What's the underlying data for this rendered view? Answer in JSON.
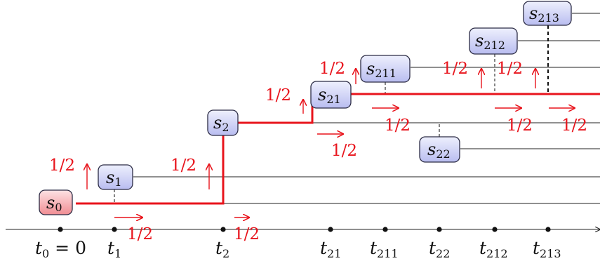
{
  "nodes": {
    "s0": {
      "base": "s",
      "sub": "0"
    },
    "s1": {
      "base": "s",
      "sub": "1"
    },
    "s2": {
      "base": "s",
      "sub": "2"
    },
    "s21": {
      "base": "s",
      "sub": "21"
    },
    "s22": {
      "base": "s",
      "sub": "22"
    },
    "s211": {
      "base": "s",
      "sub": "211"
    },
    "s212": {
      "base": "s",
      "sub": "212"
    },
    "s213": {
      "base": "s",
      "sub": "213"
    }
  },
  "probability_label": "1/2",
  "axis_ticks": {
    "t0": {
      "base": "t",
      "sub": "0",
      "suffix": " = 0"
    },
    "t1": {
      "base": "t",
      "sub": "1",
      "suffix": ""
    },
    "t2": {
      "base": "t",
      "sub": "2",
      "suffix": ""
    },
    "t21": {
      "base": "t",
      "sub": "21",
      "suffix": ""
    },
    "t211": {
      "base": "t",
      "sub": "211",
      "suffix": ""
    },
    "t22": {
      "base": "t",
      "sub": "22",
      "suffix": ""
    },
    "t212": {
      "base": "t",
      "sub": "212",
      "suffix": ""
    },
    "t213": {
      "base": "t",
      "sub": "213",
      "suffix": ""
    }
  },
  "colors": {
    "highlight_path": "#e8141c",
    "root_node": "#f4a3a8",
    "node": "#c9cdf3"
  }
}
